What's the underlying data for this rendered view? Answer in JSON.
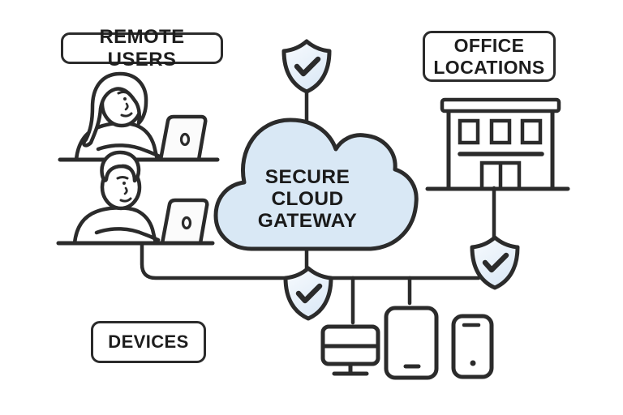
{
  "palette": {
    "line": "#2b2b2b",
    "text": "#1d1d1d",
    "cloud_fill": "#d9e8f5",
    "shield_fill_top": "#f8fbfe",
    "shield_fill_bottom": "#dce9f6",
    "background": "#ffffff"
  },
  "labels": {
    "remote_users": "REMOTE USERS",
    "office_locations": "OFFICE LOCATIONS",
    "devices": "DEVICES"
  },
  "cloud": {
    "title": "SECURE CLOUD GATEWAY"
  },
  "diagram": {
    "type": "network-security-diagram",
    "nodes": [
      {
        "id": "remote-users",
        "label": "REMOTE USERS",
        "illustrations": [
          "woman-at-laptop",
          "man-at-laptop"
        ]
      },
      {
        "id": "secure-cloud-gateway",
        "label": "SECURE CLOUD GATEWAY",
        "shape": "cloud"
      },
      {
        "id": "office-locations",
        "label": "OFFICE LOCATIONS",
        "illustrations": [
          "office-building"
        ]
      },
      {
        "id": "devices",
        "label": "DEVICES",
        "illustrations": [
          "desktop-monitor",
          "tablet",
          "smartphone"
        ]
      }
    ],
    "badges": [
      {
        "id": "shield-check-top",
        "icon": "shield-check-icon"
      },
      {
        "id": "shield-check-center",
        "icon": "shield-check-icon"
      },
      {
        "id": "shield-check-right",
        "icon": "shield-check-icon"
      }
    ],
    "connections": [
      {
        "from": "shield-check-top",
        "to": "secure-cloud-gateway"
      },
      {
        "from": "secure-cloud-gateway",
        "to": "shield-check-center"
      },
      {
        "from": "remote-users-desk",
        "to": "device-bus"
      },
      {
        "from": "device-bus",
        "to": "desktop-monitor"
      },
      {
        "from": "device-bus",
        "to": "tablet"
      },
      {
        "from": "device-bus",
        "to": "shield-check-right"
      },
      {
        "from": "office-building",
        "to": "shield-check-right"
      }
    ]
  }
}
